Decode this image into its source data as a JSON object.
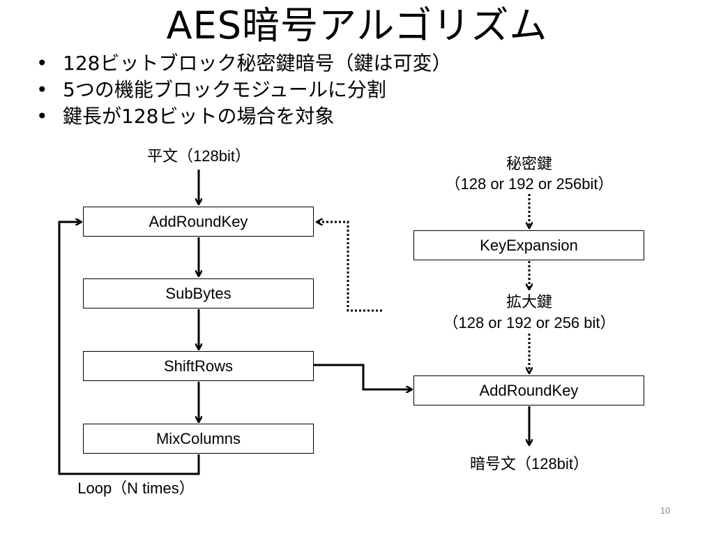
{
  "slide": {
    "title": "AES暗号アルゴリズム",
    "page_number": "10"
  },
  "bullets": [
    "128ビットブロック秘密鍵暗号（鍵は可変）",
    "5つの機能ブロックモジュールに分割",
    "鍵長が128ビットの場合を対象"
  ],
  "bullet_symbol": "•",
  "diagram": {
    "plaintext_label": "平文（128bit）",
    "secret_key_label": "秘密鍵",
    "secret_key_size": "（128 or 192 or 256bit）",
    "expanded_key_label": "拡大鍵",
    "expanded_key_size": "（128 or 192 or 256 bit）",
    "ciphertext_label": "暗号文（128bit）",
    "loop_label": "Loop（N times）",
    "round_blocks": {
      "add_round_key": "AddRoundKey",
      "sub_bytes": "SubBytes",
      "shift_rows": "ShiftRows",
      "mix_columns": "MixColumns"
    },
    "key_blocks": {
      "key_expansion": "KeyExpansion",
      "final_add_round_key": "AddRoundKey"
    },
    "colors": {
      "line": "#000000",
      "box_border": "#000000",
      "background": "#ffffff",
      "page_number": "#8c8c8c"
    }
  }
}
